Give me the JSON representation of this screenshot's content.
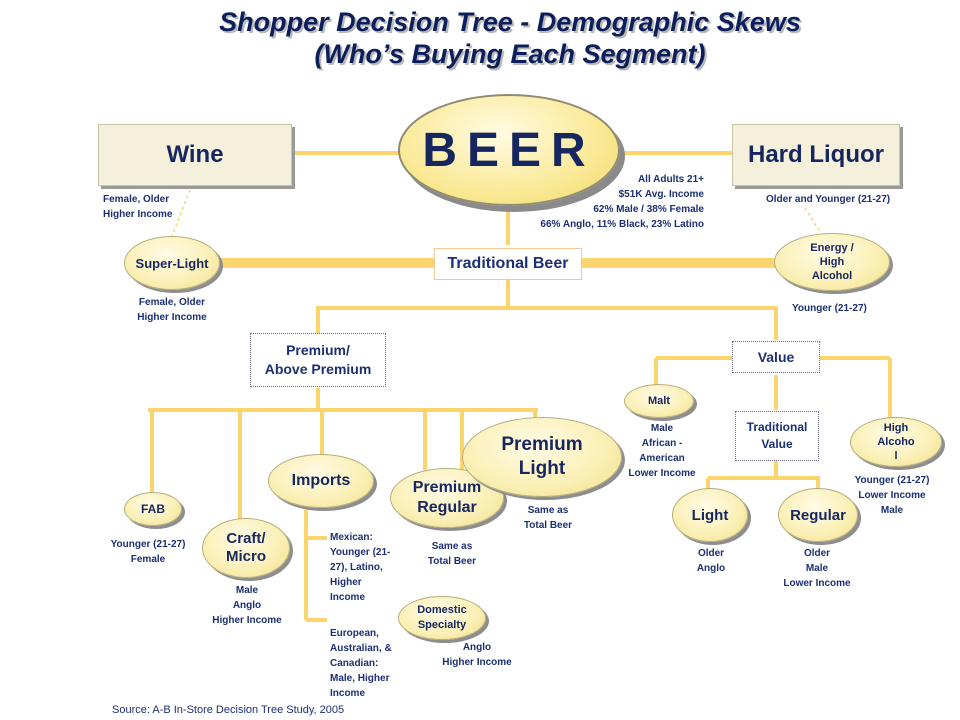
{
  "title": {
    "line1": "Shopper Decision Tree -  Demographic Skews",
    "line2": "(Who’s Buying Each Segment)"
  },
  "beer": "BEER",
  "wine": {
    "label": "Wine",
    "demo1": "Female, Older",
    "demo2": "Higher Income"
  },
  "hard_liquor": {
    "label": "Hard Liquor",
    "demo": "Older and Younger (21-27)"
  },
  "all_adults": [
    "All Adults 21+",
    "$51K Avg. Income",
    "62% Male / 38% Female",
    "66% Anglo, 11% Black, 23% Latino"
  ],
  "super_light": {
    "label": "Super-Light",
    "demo1": "Female, Older",
    "demo2": "Higher Income"
  },
  "traditional_beer": "Traditional Beer",
  "energy": {
    "line1": "Energy /",
    "line2": "High",
    "line3": "Alcohol",
    "demo": "Younger (21-27)"
  },
  "premium": {
    "line1": "Premium/",
    "line2": "Above Premium"
  },
  "value": "Value",
  "malt": {
    "label": "Malt",
    "demo": [
      "Male",
      "African -",
      "American",
      "Lower Income"
    ]
  },
  "traditional_value": {
    "line1": "Traditional",
    "line2": "Value"
  },
  "high_alcohol": {
    "line1": "High",
    "line2": "Alcoho",
    "line3": "l",
    "demo": [
      "Younger (21-27)",
      "Lower Income",
      "Male"
    ]
  },
  "premium_light": {
    "line1": "Premium",
    "line2": "Light",
    "demo": [
      "Same as",
      "Total Beer"
    ]
  },
  "imports": {
    "label": "Imports",
    "mexican": [
      "Mexican:",
      "Younger (21-",
      "27), Latino,",
      "Higher",
      "Income"
    ],
    "european": [
      "European,",
      "Australian, &",
      "Canadian:",
      "Male, Higher",
      "Income"
    ]
  },
  "premium_regular": {
    "line1": "Premium",
    "line2": "Regular",
    "demo": [
      "Same as",
      "Total Beer"
    ]
  },
  "fab": {
    "label": "FAB",
    "demo": [
      "Younger (21-27)",
      "Female"
    ]
  },
  "craft": {
    "line1": "Craft/",
    "line2": "Micro",
    "demo": [
      "Male",
      "Anglo",
      "Higher Income"
    ]
  },
  "domestic_specialty": {
    "line1": "Domestic",
    "line2": "Specialty",
    "demo": [
      "Anglo",
      "Higher Income"
    ]
  },
  "light": {
    "label": "Light",
    "demo": [
      "Older",
      "Anglo"
    ]
  },
  "regular": {
    "label": "Regular",
    "demo": [
      "Older",
      "Male",
      "Lower Income"
    ]
  },
  "source": "Source: A-B In-Store Decision Tree Study, 2005",
  "colors": {
    "connector": "#fbd46e",
    "text_navy": "#1b2f73",
    "oval_fill": "#fbf0b8",
    "box_fill": "#f5f0dc"
  }
}
